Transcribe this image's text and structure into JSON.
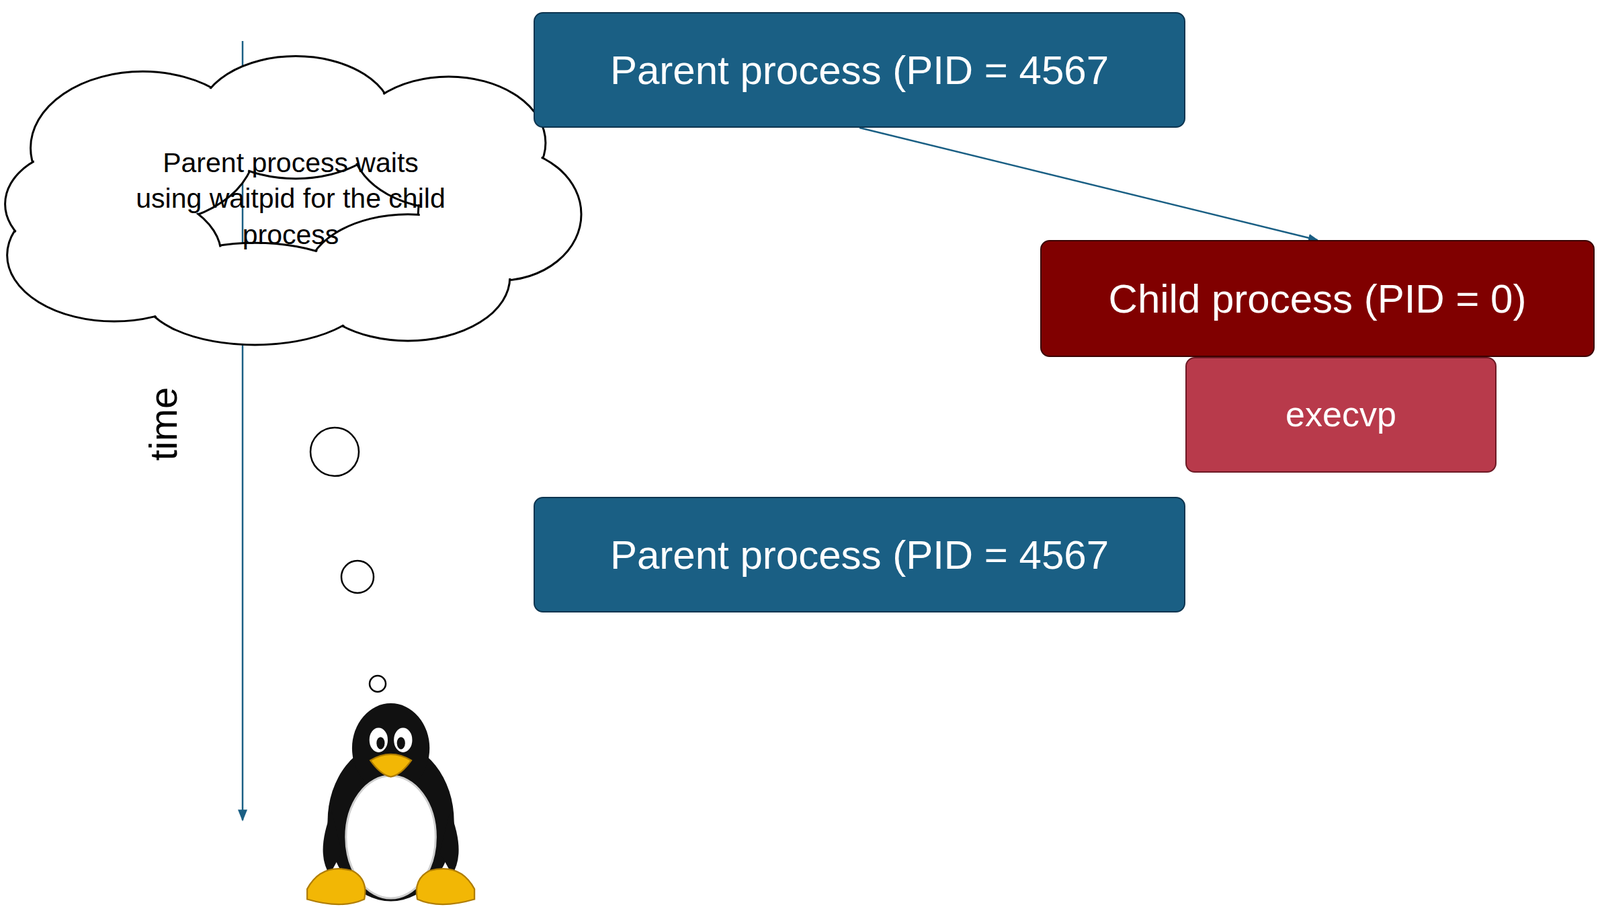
{
  "diagram": {
    "nodes": [
      {
        "text": [
          "Parent process waits using waitpid for the child process"
        ]
      },
      {
        "text": [
          "Parent process (PID = 4567"
        ]
      },
      {
        "text": [
          "Child process (PID = 0)"
        ]
      },
      {
        "text": [
          "execvp"
        ]
      },
      {
        "text": [
          "Parent process (PID = 4567"
        ]
      }
    ],
    "edges": [
      {
        "from": 1,
        "to": 2,
        "arrow": "to"
      }
    ],
    "labels": [
      "time"
    ]
  }
}
